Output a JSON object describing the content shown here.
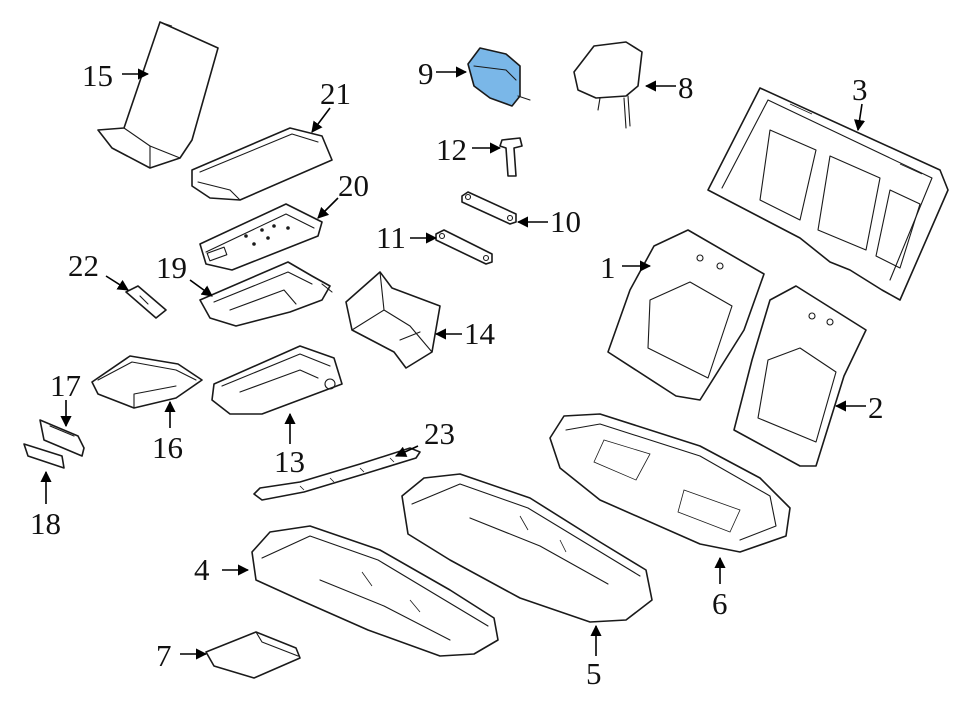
{
  "colors": {
    "highlight_fill": "#7ab7e8",
    "line": "#1a1a1a",
    "label": "#111111"
  },
  "highlighted_part": "9",
  "callouts": [
    {
      "id": "1",
      "text": "1"
    },
    {
      "id": "2",
      "text": "2"
    },
    {
      "id": "3",
      "text": "3"
    },
    {
      "id": "4",
      "text": "4"
    },
    {
      "id": "5",
      "text": "5"
    },
    {
      "id": "6",
      "text": "6"
    },
    {
      "id": "7",
      "text": "7"
    },
    {
      "id": "8",
      "text": "8"
    },
    {
      "id": "9",
      "text": "9"
    },
    {
      "id": "10",
      "text": "10"
    },
    {
      "id": "11",
      "text": "11"
    },
    {
      "id": "12",
      "text": "12"
    },
    {
      "id": "13",
      "text": "13"
    },
    {
      "id": "14",
      "text": "14"
    },
    {
      "id": "15",
      "text": "15"
    },
    {
      "id": "16",
      "text": "16"
    },
    {
      "id": "17",
      "text": "17"
    },
    {
      "id": "18",
      "text": "18"
    },
    {
      "id": "19",
      "text": "19"
    },
    {
      "id": "20",
      "text": "20"
    },
    {
      "id": "21",
      "text": "21"
    },
    {
      "id": "22",
      "text": "22"
    },
    {
      "id": "23",
      "text": "23"
    }
  ]
}
